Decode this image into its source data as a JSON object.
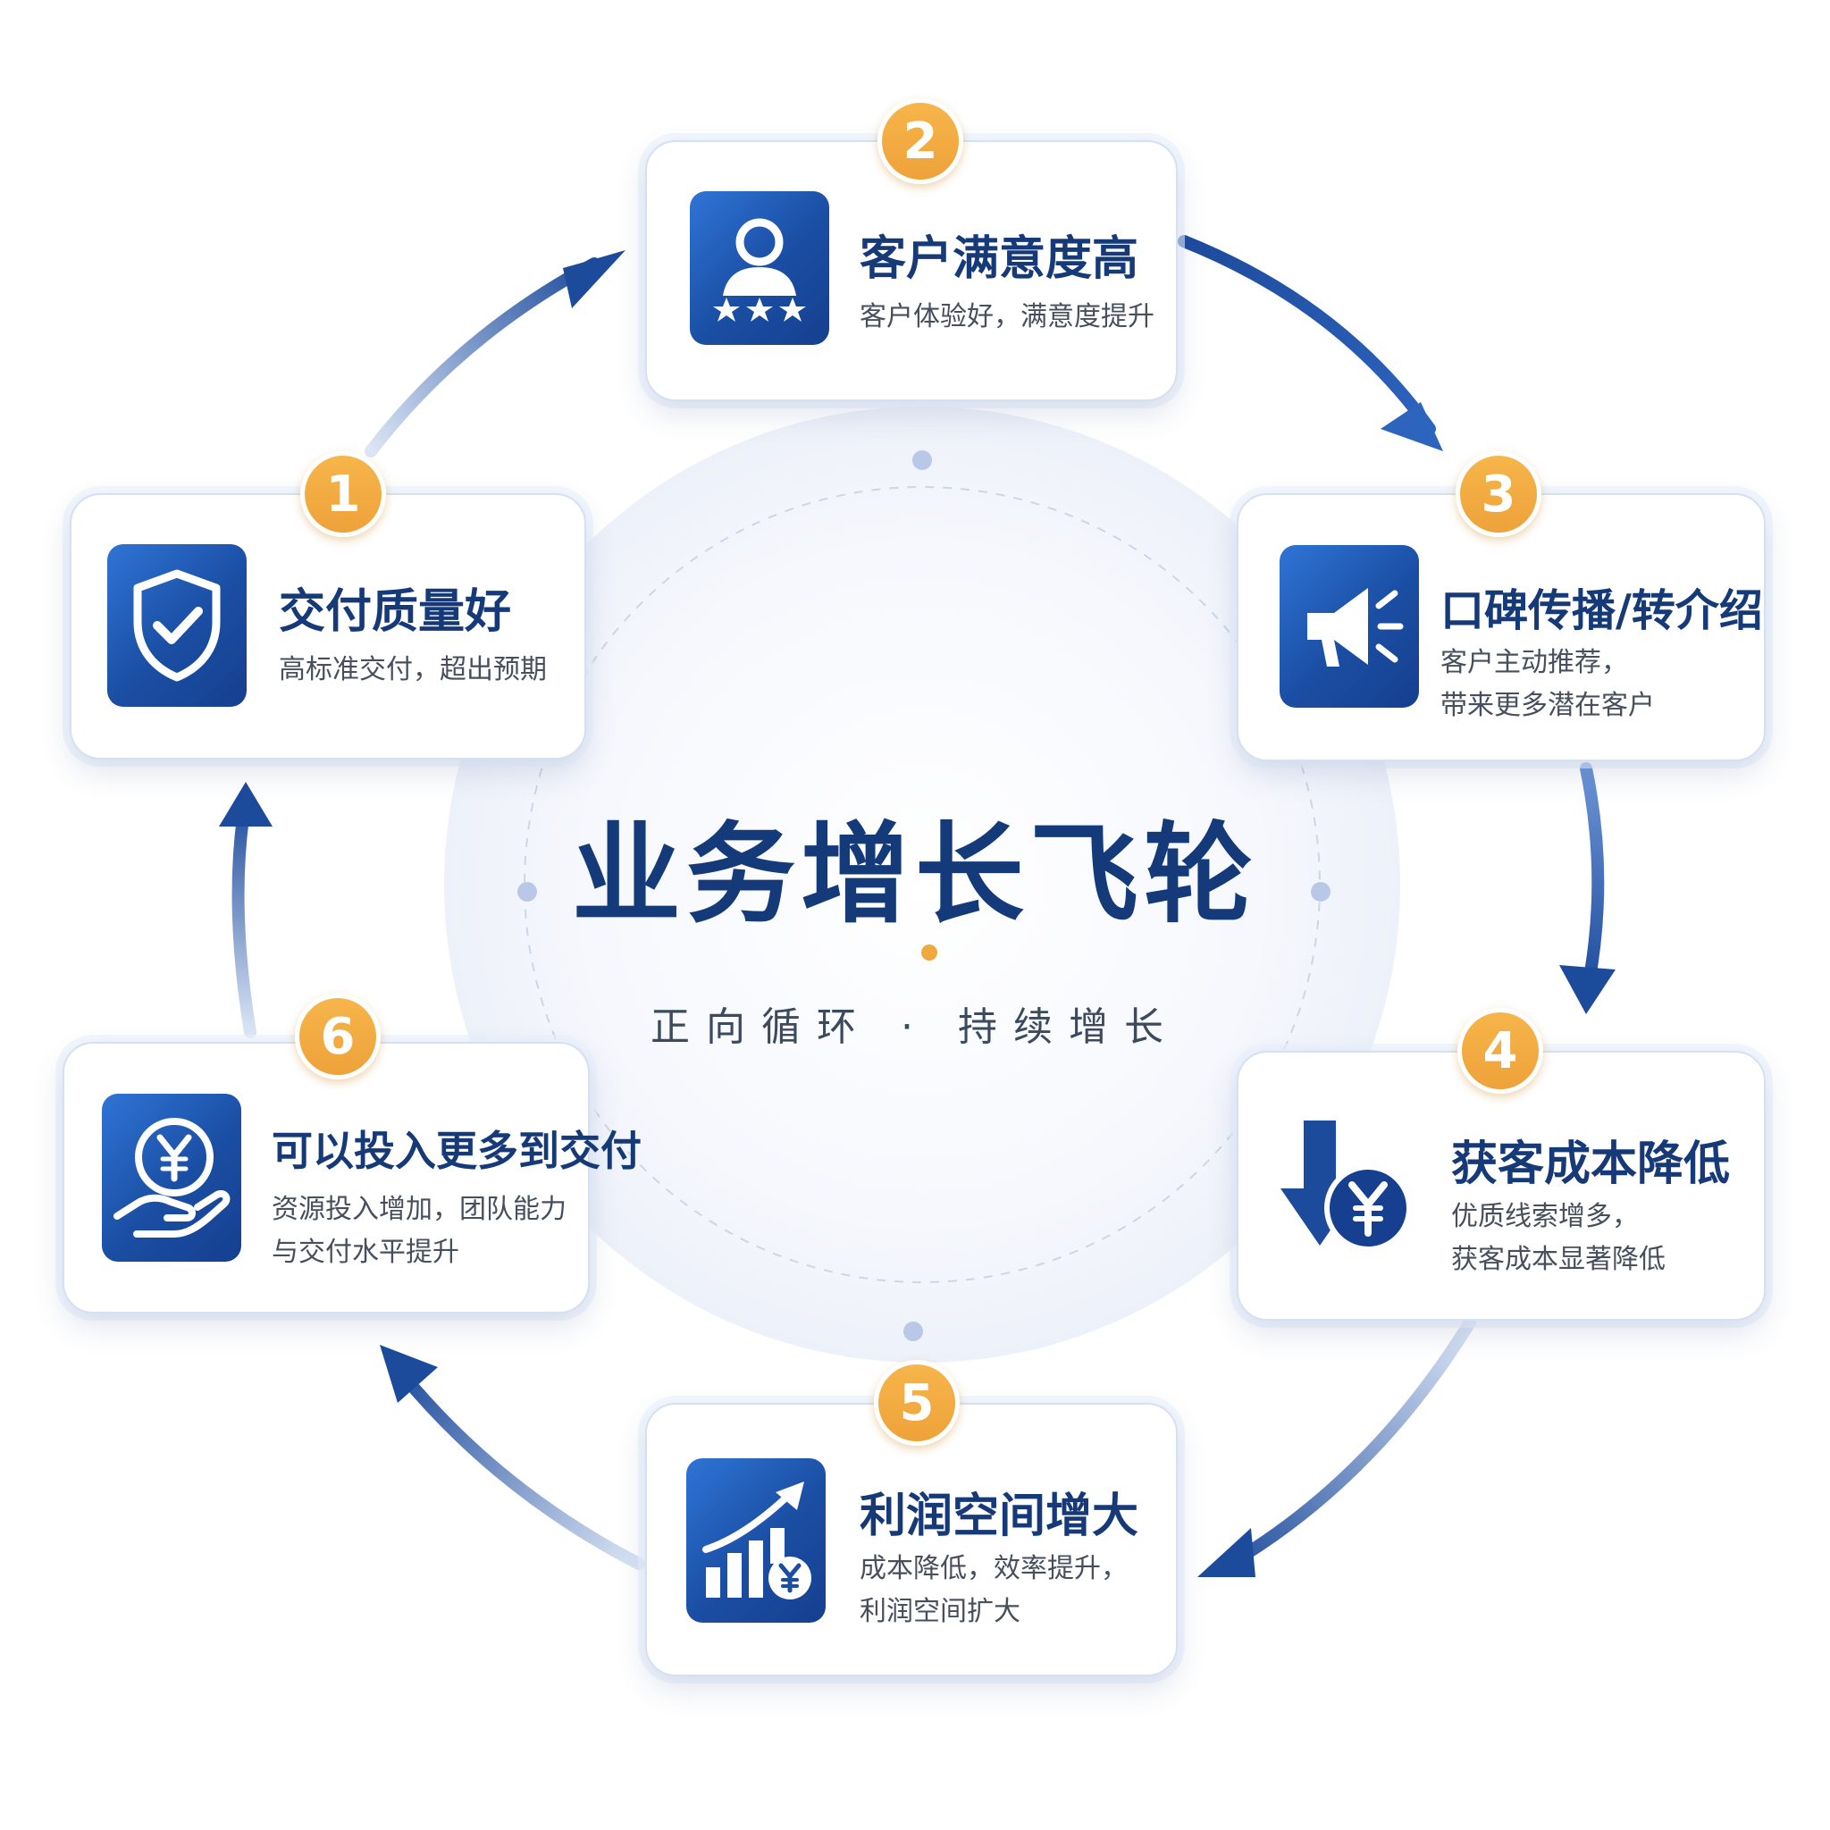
{
  "center": {
    "title": "业务增长飞轮",
    "subtitle": "正向循环 · 持续增长"
  },
  "colors": {
    "primary": "#143a7a",
    "accent_gold": "#f0a93e",
    "icon_blue": "#1a4ea3"
  },
  "steps": [
    {
      "number": "1",
      "title": "交付质量好",
      "desc": [
        "高标准交付，超出预期"
      ],
      "icon": "shield-check-icon"
    },
    {
      "number": "2",
      "title": "客户满意度高",
      "desc": [
        "客户体验好，满意度提升"
      ],
      "icon": "user-stars-icon"
    },
    {
      "number": "3",
      "title": "口碑传播/转介绍",
      "desc": [
        "客户主动推荐，",
        "带来更多潜在客户"
      ],
      "icon": "megaphone-icon"
    },
    {
      "number": "4",
      "title": "获客成本降低",
      "desc": [
        "优质线索增多，",
        "获客成本显著降低"
      ],
      "icon": "down-arrow-yen-icon"
    },
    {
      "number": "5",
      "title": "利润空间增大",
      "desc": [
        "成本降低，效率提升，",
        "利润空间扩大"
      ],
      "icon": "growth-chart-yen-icon"
    },
    {
      "number": "6",
      "title": "可以投入更多到交付",
      "desc": [
        "资源投入增加，团队能力",
        "与交付水平提升"
      ],
      "icon": "hand-coin-icon"
    }
  ]
}
